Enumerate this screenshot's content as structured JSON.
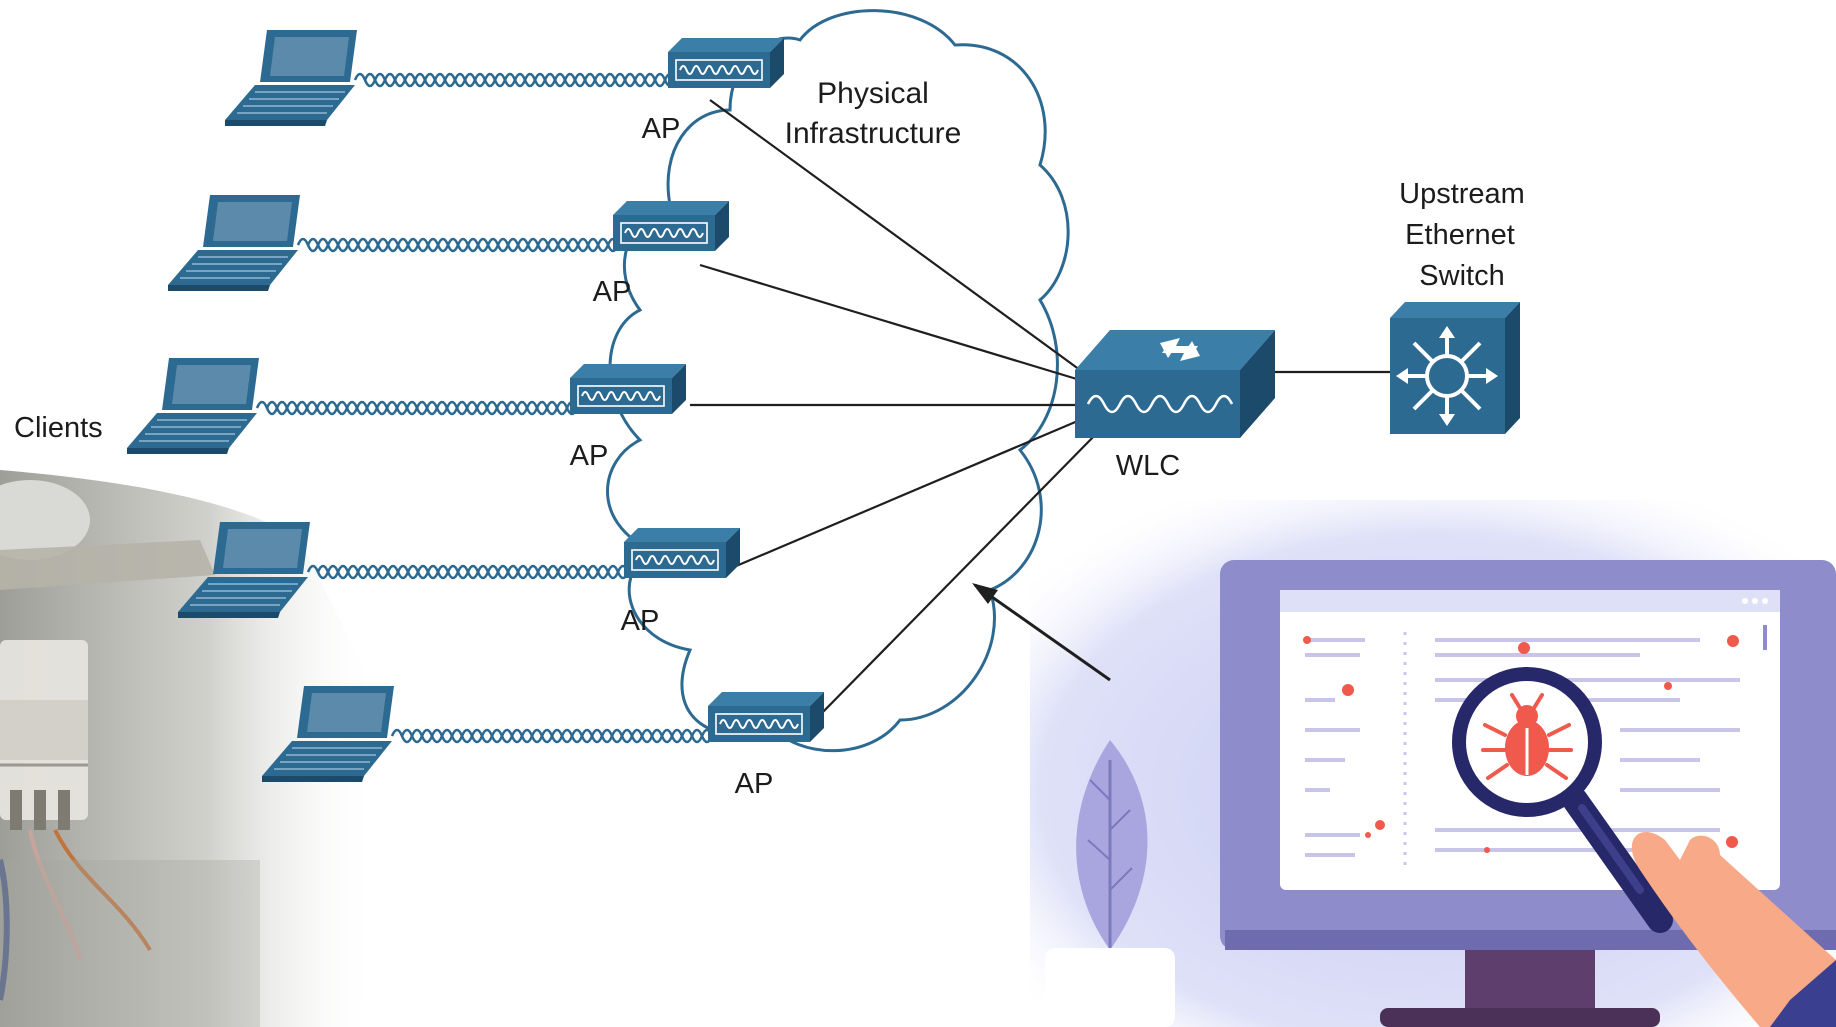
{
  "labels": {
    "cloud_line1": "Physical",
    "cloud_line2": "Infrastructure",
    "clients": "Clients",
    "ap": "AP",
    "wlc": "WLC",
    "switch_line1": "Upstream",
    "switch_line2": "Ethernet",
    "switch_line3": "Switch"
  },
  "colors": {
    "device_blue": "#2d6a92",
    "device_dark": "#1b4a6a",
    "cloud_stroke": "#2d6a92",
    "monitor_frame": "#8f8ccb",
    "panel_bg": "#dde0f6",
    "bug_red": "#ef5a4c",
    "hand_skin": "#f8a987"
  },
  "icons": {
    "client": "laptop-icon",
    "ap": "access-point-icon",
    "wlc": "wireless-lan-controller-icon",
    "switch": "multilayer-switch-icon",
    "link": "wireless-link-icon",
    "inspect": "magnifier-bug-icon"
  }
}
